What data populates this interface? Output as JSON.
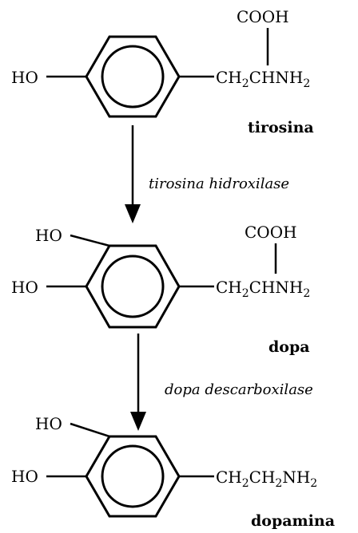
{
  "compounds": {
    "tirosina": {
      "name": "tirosina",
      "ho": "HO",
      "cooh": "COOH",
      "chain_parts": [
        "CH",
        "2",
        "CHNH",
        "2"
      ]
    },
    "dopa": {
      "name": "dopa",
      "ho_top": "HO",
      "ho_left": "HO",
      "cooh": "COOH",
      "chain_parts": [
        "CH",
        "2",
        "CHNH",
        "2"
      ]
    },
    "dopamina": {
      "name": "dopamina",
      "ho_top": "HO",
      "ho_left": "HO",
      "chain_parts": [
        "CH",
        "2",
        "CH",
        "2",
        "NH",
        "2"
      ]
    }
  },
  "enzymes": {
    "first": "tirosina hidroxilase",
    "second": "dopa descarboxilase"
  }
}
